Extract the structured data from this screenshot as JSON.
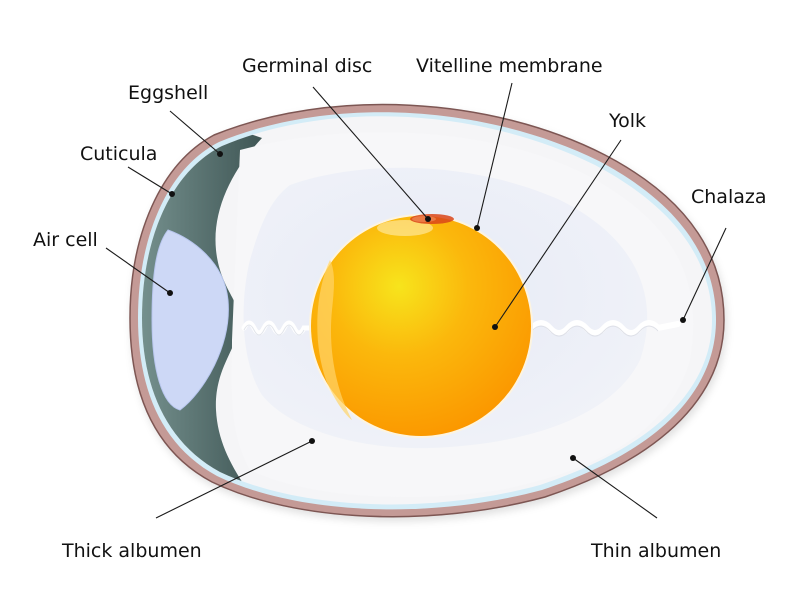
{
  "diagram": {
    "subject": "Structure of a bird egg",
    "colors": {
      "background": "#ffffff",
      "eggshell": "#c49a96",
      "eggshell_edge": "#7d5653",
      "shell_membrane": "#d3ecf7",
      "air_cell": "#cdd8f6",
      "membrane_dark": "#5d7a78",
      "thin_albumen": "#f4f4f6",
      "thick_albumen": "#e9ecf6",
      "yolk_center": "#f7e21a",
      "yolk_edge": "#fb9a00",
      "germinal_disc": "#d9451a",
      "chalaza": "#ffffff",
      "label_text": "#111111"
    },
    "labels": {
      "germinal_disc": "Germinal disc",
      "vitelline_membrane": "Vitelline membrane",
      "eggshell": "Eggshell",
      "yolk": "Yolk",
      "cuticula": "Cuticula",
      "chalaza": "Chalaza",
      "air_cell": "Air cell",
      "thick_albumen": "Thick albumen",
      "thin_albumen": "Thin albumen"
    }
  }
}
